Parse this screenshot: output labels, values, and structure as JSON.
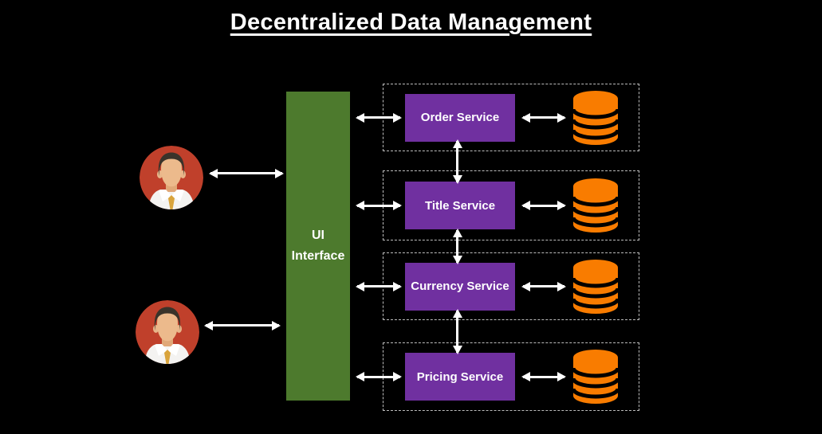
{
  "title": "Decentralized Data Management",
  "ui_interface": {
    "line1": "UI",
    "line2": "Interface"
  },
  "users": [
    {
      "icon": "user-avatar"
    },
    {
      "icon": "user-avatar"
    }
  ],
  "services": [
    {
      "label": "Order Service",
      "database_icon": "database-cylinder"
    },
    {
      "label": "Title Service",
      "database_icon": "database-cylinder"
    },
    {
      "label": "Currency Service",
      "database_icon": "database-cylinder"
    },
    {
      "label": "Pricing Service",
      "database_icon": "database-cylinder"
    }
  ],
  "connections": {
    "user_to_ui": "bidirectional-arrow",
    "ui_to_service": "bidirectional-arrow",
    "service_to_database": "bidirectional-arrow",
    "service_to_service": "bidirectional-arrow"
  },
  "colors": {
    "background": "#000000",
    "title_text": "#ffffff",
    "ui_interface_fill": "#4d7a2d",
    "service_fill": "#7030a0",
    "database_fill": "#f97c00",
    "avatar_background": "#c0402b",
    "arrow": "#ffffff",
    "group_border": "#bdbdbd"
  }
}
